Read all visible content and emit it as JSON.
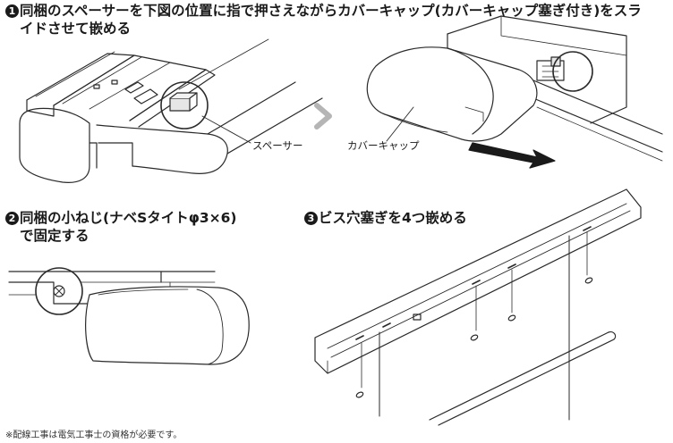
{
  "steps": [
    {
      "number": "1",
      "text_line1": "同梱のスペーサーを下図の位置に指で押さえながらカバーキャップ(カバーキャップ塞ぎ付き)をスラ",
      "text_line2": "イドさせて嵌める"
    },
    {
      "number": "2",
      "text_line1": "同梱の小ねじ(ナベSタイトφ3×6)",
      "text_line2": "で固定する"
    },
    {
      "number": "3",
      "text_line1": "ビス穴塞ぎを4つ嵌める"
    }
  ],
  "callouts": {
    "spacer": "スペーサー",
    "cover_cap": "カバーキャップ"
  },
  "footnote": "※配線工事は電気工事士の資格が必要です。",
  "colors": {
    "text": "#1a1a1a",
    "line": "#2a2a2a",
    "arrow_gray": "#b5b5b5"
  }
}
